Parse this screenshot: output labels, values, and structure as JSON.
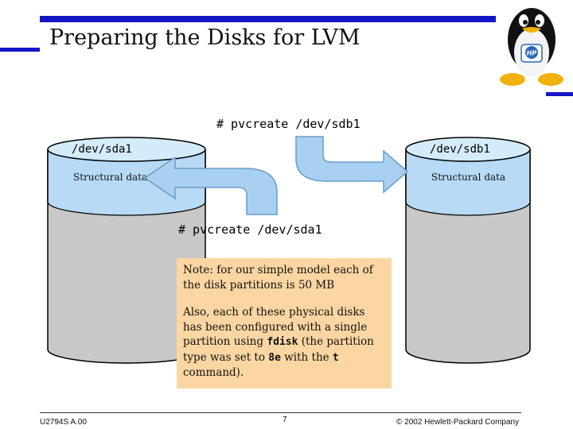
{
  "slide": {
    "title": "Preparing the Disks for LVM",
    "cmd_top": "# pvcreate /dev/sdb1",
    "cmd_mid": "# pvcreate /dev/sda1",
    "disk_left": {
      "name": "/dev/sda1",
      "struct": "Structural data"
    },
    "disk_right": {
      "name": "/dev/sdb1",
      "struct": "Structural data"
    },
    "note": {
      "line1": "Note: for our simple model each of the disk partitions is 50 MB",
      "line2_before": "Also, each of these physical disks has been configured with a single partition using ",
      "line2_code1": "fdisk",
      "line2_mid": " (the partition type was set to ",
      "line2_code2": "8e",
      "line2_mid2": " with the ",
      "line2_code3": "t",
      "line2_after": " command)."
    },
    "logo_text": "HP",
    "footer": {
      "left": "U2794S A.00",
      "page": "7",
      "right": "© 2002 Hewlett-Packard Company"
    }
  }
}
